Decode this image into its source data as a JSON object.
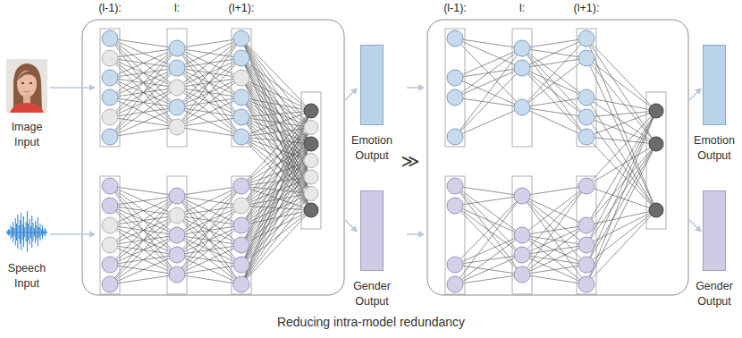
{
  "diagram": {
    "caption": "Reducing intra-model redundancy",
    "nodes": [
      {
        "text": [
          "Image Input"
        ]
      },
      {
        "text": [
          "Speech Input"
        ]
      },
      {
        "text": [
          "Emotion Output"
        ]
      },
      {
        "text": [
          "Gender Output"
        ]
      },
      {
        "text": [
          "Emotion Output"
        ]
      },
      {
        "text": [
          "Gender Output"
        ]
      }
    ],
    "labels": [
      "(l-1):",
      "l:",
      "(l+1):",
      "(l-1):",
      "l:",
      "(l+1):",
      "≫"
    ]
  }
}
